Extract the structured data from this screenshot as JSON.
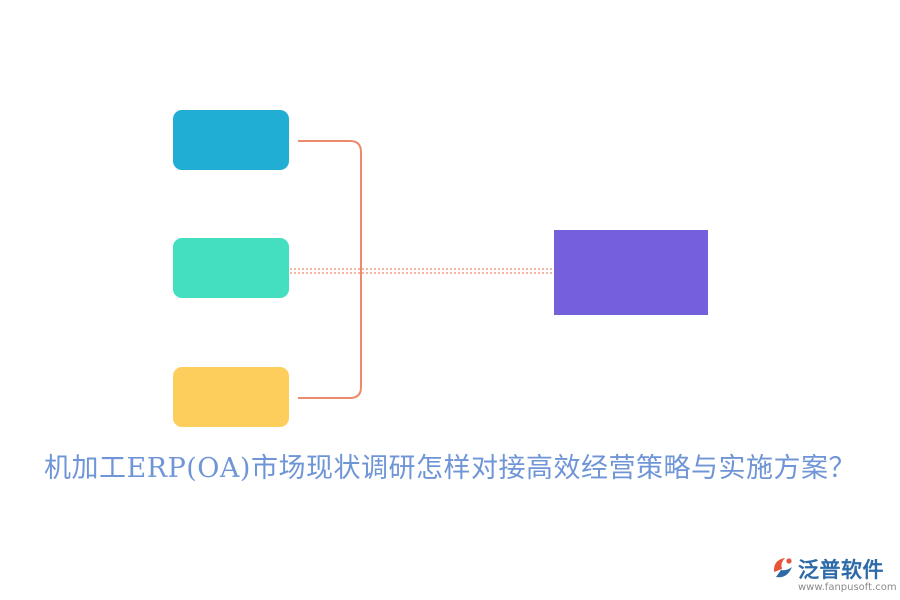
{
  "diagram": {
    "title": "机加工ERP(OA)市场现状调研怎样对接高效经营策略与实施方案？",
    "title_color": "#6f95d6",
    "connector_color": "#ec8a6c",
    "nodes": {
      "left_1": {
        "color": "#20aed5"
      },
      "left_2": {
        "color": "#43dfc0"
      },
      "left_3": {
        "color": "#fece5c"
      },
      "right": {
        "color": "#765fdb"
      }
    }
  },
  "logo": {
    "name": "泛普软件",
    "url": "www.fanpusoft.com",
    "name_color": "#2e6aa8",
    "mark_colors": [
      "#e6543a",
      "#2e6aa8"
    ]
  }
}
